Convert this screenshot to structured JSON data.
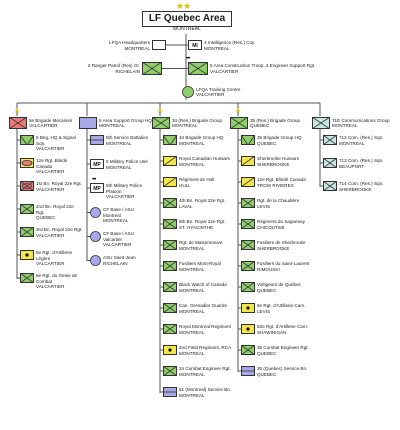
{
  "header": {
    "title": "LF Quebec Area",
    "subtitle": "MONTREAL"
  },
  "hq_units": [
    {
      "name": "LFQA Headquarters",
      "loc": "MONTREAL",
      "icon": "blank"
    },
    {
      "name": "4 Intelligence (Res.) Coy",
      "loc": "MONTREAL",
      "icon": "mi"
    },
    {
      "name": "2 Ranger Patrol (Res) Gr.",
      "loc": "RICHELAIN",
      "icon": "ranger"
    },
    {
      "name": "5 Area Construction Troop, 4 Engineer Support Rgt.",
      "loc": "VALCARTIER",
      "icon": "engineer"
    },
    {
      "name": "LFQA Training Centre",
      "loc": "VALCARTIER",
      "icon": "training"
    }
  ],
  "columns": [
    {
      "head": {
        "name": "5e Brigade Mécanisé",
        "loc": "VALCARTIER",
        "icon": "mech-brigade"
      },
      "units": [
        {
          "name": "5 Brig. HQ & Signal Sqn.",
          "loc": "VALCARTIER",
          "icon": "signal"
        },
        {
          "name": "12e Rgt. Blindé Canada",
          "loc": "VALCARTIER",
          "icon": "armour"
        },
        {
          "name": "1st Bn. Royal 22e Rgt.",
          "loc": "VALCARTIER",
          "icon": "mech-infantry"
        },
        {
          "name": "2nd Bn. Royal 22e Rgt.",
          "loc": "QUEBEC",
          "icon": "infantry"
        },
        {
          "name": "3rd Bn. Royal 22e Rgt.",
          "loc": "VALCARTIER",
          "icon": "infantry"
        },
        {
          "name": "5e Rgt. d'Artillerie Légère",
          "loc": "VALCARTIER",
          "icon": "artillery"
        },
        {
          "name": "5e Rgt. du Genie de Combat",
          "loc": "VALCARTIER",
          "icon": "engineer"
        }
      ]
    },
    {
      "head": {
        "name": "5 Area Support Group HQ",
        "loc": "MONTREAL",
        "icon": "support"
      },
      "units": [
        {
          "name": "5th Service Battalion",
          "loc": "MONTREAL",
          "icon": "service"
        },
        {
          "name": "5 Military Police Unit",
          "loc": "MONTREAL",
          "icon": "mp"
        },
        {
          "name": "5th Military Police Platoon",
          "loc": "VALCARTIER",
          "icon": "mp"
        },
        {
          "name": "CF Base / ASU Montreal",
          "loc": "MONTREAL",
          "icon": "base"
        },
        {
          "name": "CF Base / ASU Valcartier",
          "loc": "VALCARTIER",
          "icon": "base"
        },
        {
          "name": "ASU Saint-Jean",
          "loc": "RICHELAIN",
          "icon": "base"
        }
      ]
    },
    {
      "head": {
        "name": "34 (Res.) Brigade Group",
        "loc": "MONTREAL",
        "icon": "brigade"
      },
      "units": [
        {
          "name": "34 Brigade Group HQ",
          "loc": "MONTREAL",
          "icon": "signal"
        },
        {
          "name": "Royal Canadian Hussars",
          "loc": "MONTREAL",
          "icon": "recce"
        },
        {
          "name": "Régiment de Hull",
          "loc": "HULL",
          "icon": "recce"
        },
        {
          "name": "4th Bn. Royal 22e Rgt.",
          "loc": "LAVAL",
          "icon": "infantry"
        },
        {
          "name": "6th Bn. Royal 22e Rgt.",
          "loc": "ST. HYACINTHE",
          "icon": "infantry"
        },
        {
          "name": "Rgt. de Maisonneuve",
          "loc": "MONTREAL",
          "icon": "infantry"
        },
        {
          "name": "Fusiliers Mont-Royal",
          "loc": "MONTREAL",
          "icon": "infantry"
        },
        {
          "name": "Black Watch of Canada",
          "loc": "MONTREAL",
          "icon": "infantry"
        },
        {
          "name": "Can. Grenadier Guards",
          "loc": "MONTREAL",
          "icon": "infantry"
        },
        {
          "name": "Royal Montreal Regiment",
          "loc": "MONTREAL",
          "icon": "infantry"
        },
        {
          "name": "2nd Field Regiment, RCA",
          "loc": "MONTREAL",
          "icon": "artillery"
        },
        {
          "name": "34 Combat Engineer Rgt.",
          "loc": "MONTREAL",
          "icon": "engineer"
        },
        {
          "name": "51 (Montreal) Service Bn.",
          "loc": "MONTREAL",
          "icon": "service"
        }
      ]
    },
    {
      "head": {
        "name": "35 (Res.) Brigade Group",
        "loc": "QUEBEC",
        "icon": "brigade"
      },
      "units": [
        {
          "name": "35 Brigade Group HQ",
          "loc": "QUEBEC",
          "icon": "signal"
        },
        {
          "name": "Sherbrooke Hussars",
          "loc": "SHERBROOKE",
          "icon": "recce"
        },
        {
          "name": "12e Rgt. Blindé Canada",
          "loc": "TROIS RIVIERES",
          "icon": "recce"
        },
        {
          "name": "Rgt. de la Chaudière",
          "loc": "LEVIS",
          "icon": "infantry"
        },
        {
          "name": "Régiment du Saguenay",
          "loc": "CHICOUTIMI",
          "icon": "infantry"
        },
        {
          "name": "Fusiliers de Sherbrooke",
          "loc": "SHERBROOKE",
          "icon": "infantry"
        },
        {
          "name": "Fusiliers du Saint-Laurent",
          "loc": "RIMOUSKI",
          "icon": "infantry"
        },
        {
          "name": "Voltigeurs de Québec",
          "loc": "QUEBEC",
          "icon": "infantry"
        },
        {
          "name": "6e Rgt. d'Artillerie Cam.",
          "loc": "LEVIS",
          "icon": "artillery"
        },
        {
          "name": "62e Rgt. d'Artillerie Cam.",
          "loc": "SHAWINIGAN",
          "icon": "artillery"
        },
        {
          "name": "35 Combat Engineer Rgt.",
          "loc": "QUEBEC",
          "icon": "engineer"
        },
        {
          "name": "35 (Quebec) Service Bn.",
          "loc": "QUEBEC",
          "icon": "service"
        }
      ]
    },
    {
      "head": {
        "name": "71E Communications Group",
        "loc": "MONTREAL",
        "icon": "comms"
      },
      "units": [
        {
          "name": "712 Com. (Res.) Sqn.",
          "loc": "MONTREAL",
          "icon": "comms"
        },
        {
          "name": "713 Com. (Res.) Sqn.",
          "loc": "BEAUPORT",
          "icon": "comms"
        },
        {
          "name": "714 Com. (Res.) Sqn.",
          "loc": "SHERBROOKE",
          "icon": "comms"
        }
      ]
    }
  ],
  "colors": {
    "line": "#555555",
    "star": "#d8c400",
    "green": "#8fce6a",
    "yellow": "#f2e64a",
    "blue": "#a8a8e8",
    "teal": "#c6e6de",
    "red": "#e87a78",
    "white": "#ffffff"
  }
}
